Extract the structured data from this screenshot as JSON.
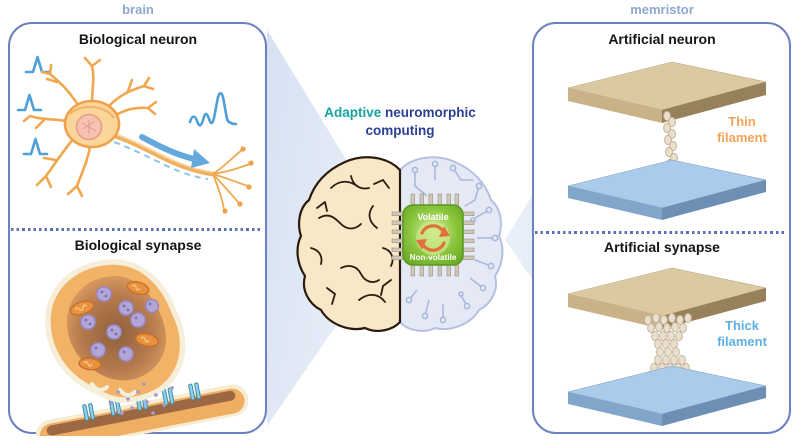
{
  "left_panel": {
    "title": "brain",
    "neuron_heading": "Biological neuron",
    "synapse_heading": "Biological synapse"
  },
  "right_panel": {
    "title": "memristor",
    "neuron_heading": "Artificial neuron",
    "synapse_heading": "Artificial synapse",
    "thin_filament_label": "Thin filament",
    "thick_filament_label": "Thick filament"
  },
  "center": {
    "caption_word1": "Adaptive",
    "caption_word2": "neuromorphic",
    "caption_word3": "computing",
    "chip": {
      "volatile_label": "Volatile",
      "nonvolatile_label": "Non-volatile"
    }
  },
  "colors": {
    "panel_border": "#6d81c0",
    "panel_caption": "#8ea6d0",
    "beam": "#d7e1f2",
    "caption_teal": "#13a3a0",
    "caption_blue": "#2b3f93",
    "thin_filament_label": "#f0a355",
    "thick_filament_label": "#5fb0e5",
    "spike_blue": "#4f9fd8",
    "neuron_orange": "#f0a24a",
    "chip_green": "#8cc63f",
    "cycle_arrow_orange": "#e0713a",
    "top_electrode_tan": "#dbc9a2",
    "bottom_electrode_blue": "#abcbea"
  }
}
